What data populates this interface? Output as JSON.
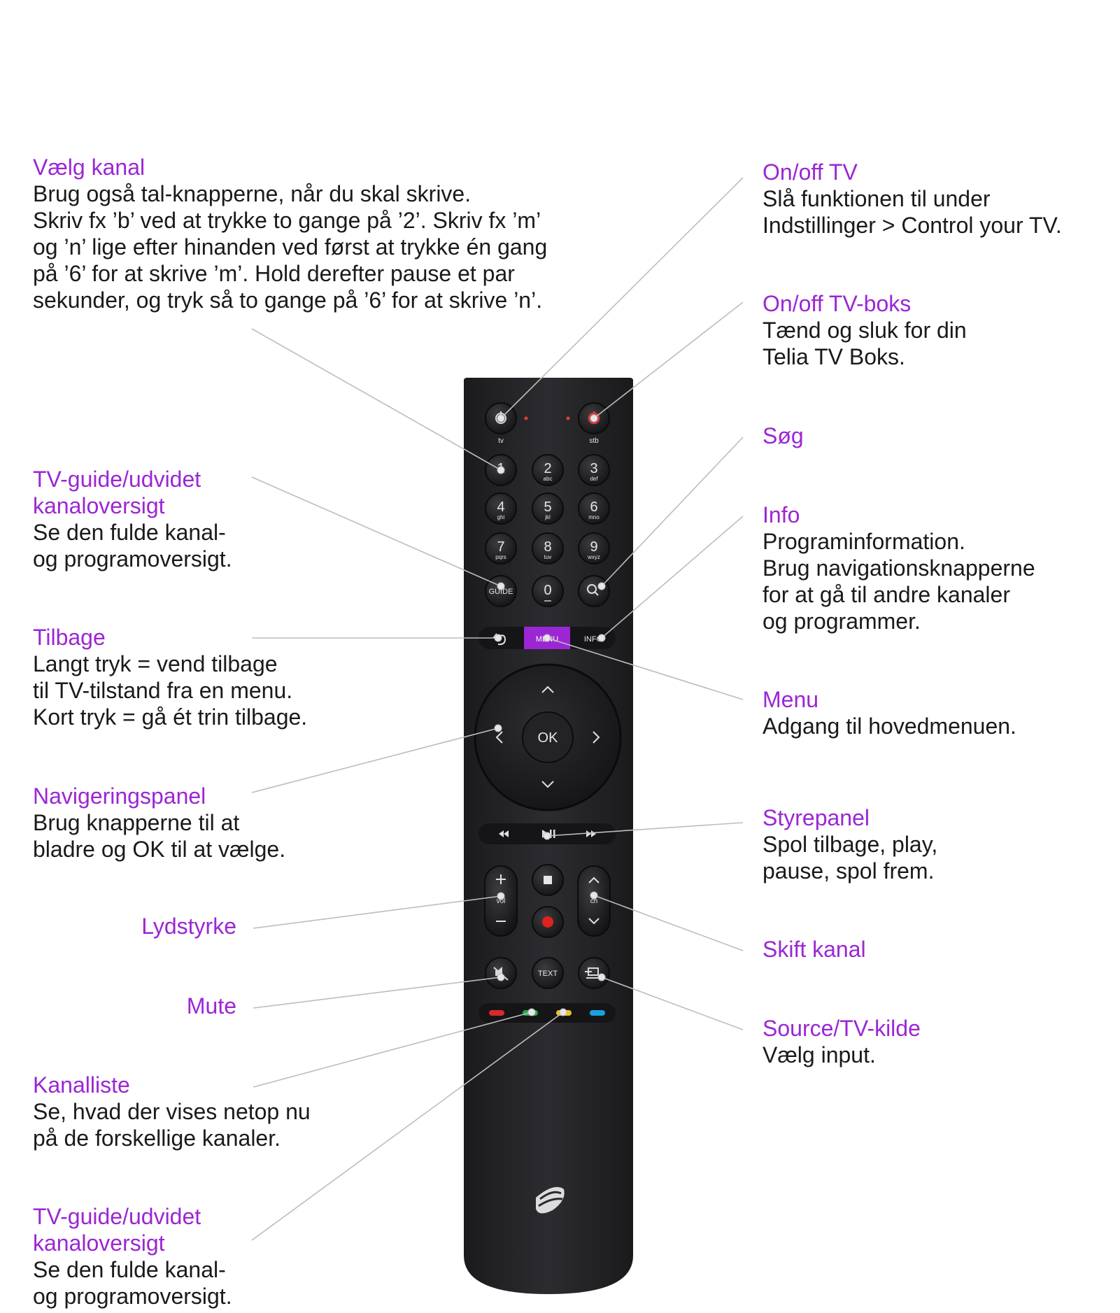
{
  "accent_color": "#9b26d4",
  "labels": {
    "vaelg_kanal": {
      "title": "Vælg kanal",
      "body": "Brug også tal-knapperne, når du skal skrive.\nSkriv fx ’b’ ved at trykke to gange på ’2’. Skriv fx ’m’\nog ’n’ lige efter hinanden ved først at trykke én gang\npå ’6’ for at skrive ’m’. Hold derefter pause et par\nsekunder, og tryk så to gange på ’6’ for at skrive ’n’."
    },
    "tv_guide_1": {
      "title": "TV-guide/udvidet\nkanaloversigt",
      "body": "Se den fulde kanal-\nog programoversigt."
    },
    "tilbage": {
      "title": "Tilbage",
      "body": "Langt tryk = vend tilbage\ntil TV-tilstand fra en menu.\nKort tryk = gå ét trin tilbage."
    },
    "navigering": {
      "title": "Navigeringspanel",
      "body": "Brug knapperne til at\nbladre og OK til at vælge."
    },
    "lydstyrke": {
      "title": "Lydstyrke"
    },
    "mute": {
      "title": "Mute"
    },
    "kanalliste": {
      "title": "Kanalliste",
      "body": "Se, hvad der vises netop nu\npå de forskellige kanaler."
    },
    "tv_guide_2": {
      "title": "TV-guide/udvidet\nkanaloversigt",
      "body": "Se den fulde kanal-\nog programoversigt."
    },
    "onoff_tv": {
      "title": "On/off TV",
      "body": "Slå funktionen til under\nIndstillinger > Control your TV."
    },
    "onoff_box": {
      "title": "On/off TV-boks",
      "body": "Tænd og sluk for din\nTelia TV Boks."
    },
    "soeg": {
      "title": "Søg"
    },
    "info": {
      "title": "Info",
      "body": "Programinformation.\nBrug navigationsknapperne\nfor at gå til andre kanaler\nog programmer."
    },
    "menu": {
      "title": "Menu",
      "body": "Adgang til hovedmenuen."
    },
    "styrepanel": {
      "title": "Styrepanel",
      "body": "Spol tilbage, play,\npause, spol frem."
    },
    "skift_kanal": {
      "title": "Skift kanal"
    },
    "source": {
      "title": "Source/TV-kilde",
      "body": "Vælg input."
    }
  },
  "remote": {
    "tv": "tv",
    "stb": "stb",
    "keys": [
      {
        "n": "1",
        "s": ""
      },
      {
        "n": "2",
        "s": "abc"
      },
      {
        "n": "3",
        "s": "def"
      },
      {
        "n": "4",
        "s": "ghi"
      },
      {
        "n": "5",
        "s": "jkl"
      },
      {
        "n": "6",
        "s": "mno"
      },
      {
        "n": "7",
        "s": "pqrs"
      },
      {
        "n": "8",
        "s": "tuv"
      },
      {
        "n": "9",
        "s": "wxyz"
      }
    ],
    "guide": "GUIDE",
    "zero": "0",
    "menu": "MENU",
    "info": "INFO",
    "ok": "OK",
    "vol": "vol",
    "ch": "ch",
    "text": "TEXT",
    "menu_color": "#9b26d4",
    "color_keys": [
      "#d62b2b",
      "#2aa84a",
      "#f2c21b",
      "#1aa0e0"
    ]
  }
}
